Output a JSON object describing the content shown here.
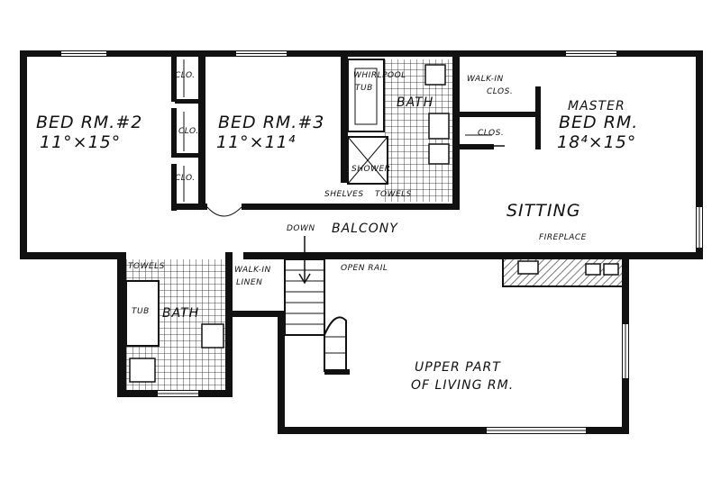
{
  "colors": {
    "ink": "#111111",
    "paper": "#ffffff",
    "hatch": "#777777"
  },
  "labels": {
    "bed2_name": "BED RM.#2",
    "bed2_size": "11°×15°",
    "bed3_name": "BED RM.#3",
    "bed3_size": "11°×11⁴",
    "clo_1": "CLO.",
    "clo_2": "CLO.",
    "clo_3": "CLO.",
    "whirlpool": "WHIRLPOOL",
    "tub_upper": "TUB",
    "bath_upper": "BATH",
    "shower": "SHOWER",
    "shelves": "SHELVES",
    "towels_upper": "TOWELS",
    "walkin_clos_1": "WALK-IN",
    "walkin_clos_2": "CLOS.",
    "clos_master": "CLOS.",
    "master_1": "MASTER",
    "master_2": "BED RM.",
    "master_size": "18⁴×15°",
    "sitting": "SITTING",
    "fireplace": "FIREPLACE",
    "down": "DOWN",
    "balcony": "BALCONY",
    "open_rail": "OPEN RAIL",
    "towels_lower": "TOWELS",
    "tub_lower": "TUB",
    "bath_lower": "BATH",
    "walkin_linen_1": "WALK-IN",
    "walkin_linen_2": "LINEN",
    "upper_part_1": "UPPER PART",
    "upper_part_2": "OF LIVING RM."
  }
}
